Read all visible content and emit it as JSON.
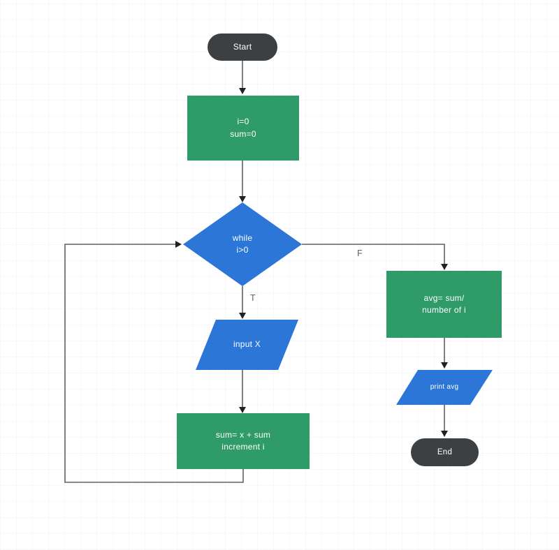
{
  "diagram": {
    "kind": "flowchart",
    "nodes": {
      "start": {
        "type": "terminator",
        "label": "Start"
      },
      "init": {
        "type": "process",
        "lines": [
          "i=0",
          "sum=0"
        ]
      },
      "while": {
        "type": "decision",
        "lines": [
          "while",
          "i>0"
        ]
      },
      "input_x": {
        "type": "input-output",
        "label": "input X"
      },
      "accumulate": {
        "type": "process",
        "lines": [
          "sum= x + sum",
          "increment i"
        ]
      },
      "average": {
        "type": "process",
        "lines": [
          "avg= sum/",
          "number of i"
        ]
      },
      "print_avg": {
        "type": "input-output",
        "label": "print avg"
      },
      "end": {
        "type": "terminator",
        "label": "End"
      }
    },
    "edge_labels": {
      "true": "T",
      "false": "F"
    },
    "colors": {
      "terminator_fill": "#3c4043",
      "process_fill": "#2e9b68",
      "decision_fill": "#2c76d7",
      "io_fill": "#2c76d7",
      "connector_stroke": "#616161",
      "arrowhead_fill": "#202124",
      "shape_text": "#ffffff",
      "edge_label_text": "#5f6368",
      "background": "#ffffff"
    }
  }
}
